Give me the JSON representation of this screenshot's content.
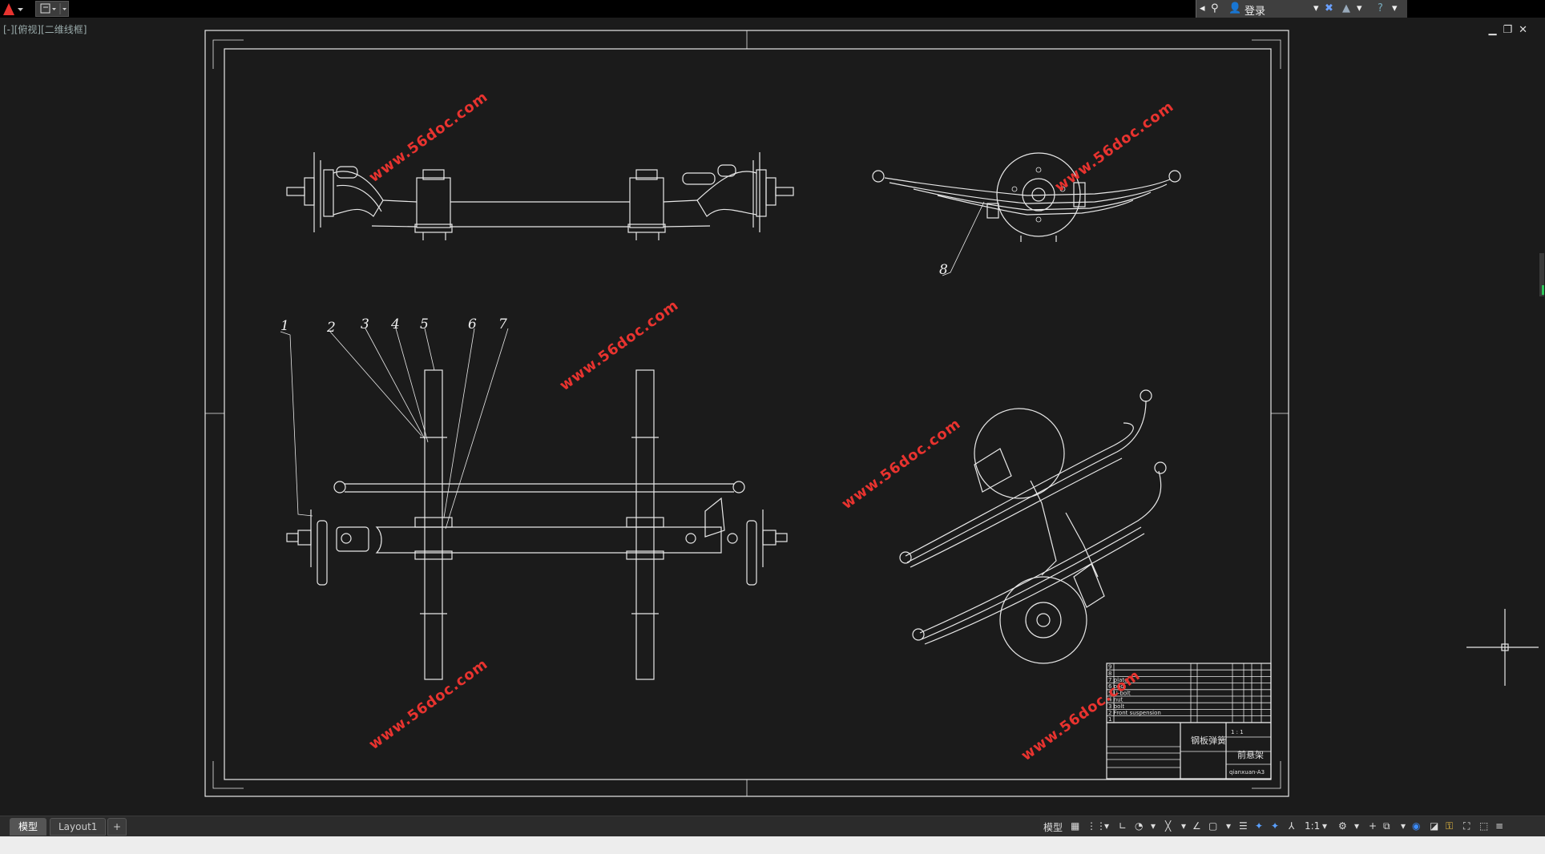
{
  "viewport": {
    "label": "[-][俯视][二维线框]"
  },
  "infocenter": {
    "login_label": "登录"
  },
  "window_controls": {
    "minimize": "▁",
    "restore": "❐",
    "close": "✕"
  },
  "drawing": {
    "balloons": [
      "1",
      "2",
      "3",
      "4",
      "5",
      "6",
      "7",
      "8"
    ],
    "watermark": "www.56doc.com",
    "title_block": {
      "name_left": "钢板弹簧",
      "name_right": "前悬架",
      "drawing_no": "qianxuan-A3",
      "scale_text": "1 : 1",
      "bom_rows": [
        "9",
        "8",
        "7 plate",
        "6 pad",
        "5 U-bolt",
        "4 nut",
        "3 bolt",
        "2 Front suspension",
        "1"
      ]
    }
  },
  "tabs": {
    "model": "模型",
    "layout1": "Layout1",
    "add": "+"
  },
  "status": {
    "model_label": "模型",
    "scale": "1:1"
  },
  "colors": {
    "background": "#1b1b1b",
    "linework": "#e8e8e8",
    "watermark": "#e8332f",
    "crosshair": "#e0e0e0"
  }
}
